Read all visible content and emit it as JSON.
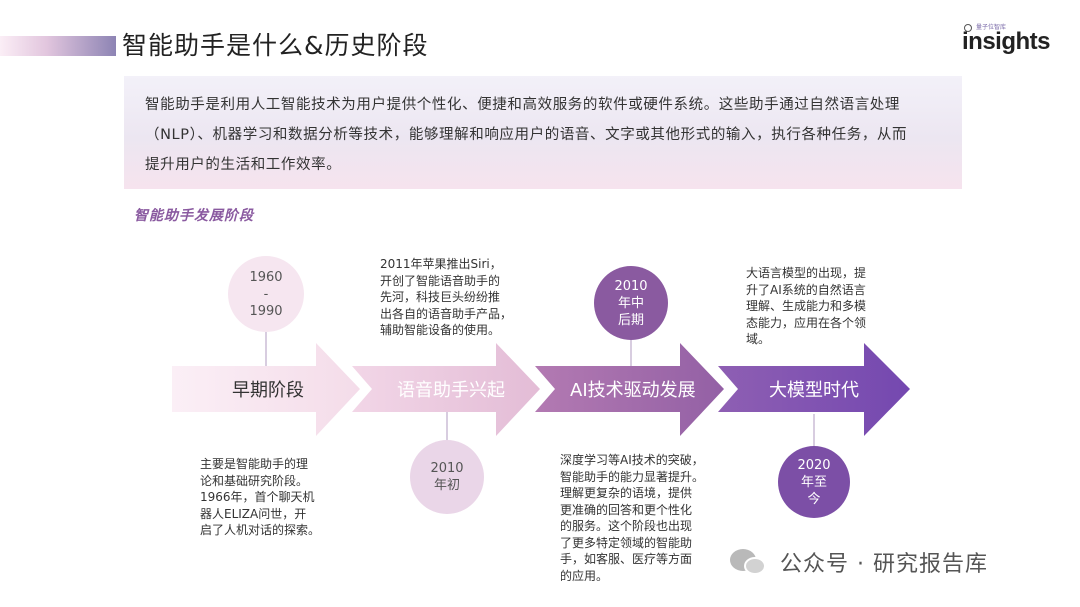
{
  "header": {
    "title": "智能助手是什么&历史阶段",
    "logo_small": "量子位智库",
    "logo_text": "insights"
  },
  "intro": {
    "lines": [
      "智能助手是利用人工智能技术为用户提供个性化、便捷和高效服务的软件或硬件系统。这些助手通过自然语言处理",
      "（NLP）、机器学习和数据分析等技术，能够理解和响应用户的语音、文字或其他形式的输入，执行各种任务，从而",
      "提升用户的生活和工作效率。"
    ]
  },
  "section_title": "智能助手发展阶段",
  "stages": [
    {
      "label": "早期阶段",
      "time": [
        "1960",
        "-",
        "1990"
      ],
      "description": [
        "主要是智能助手的理",
        "论和基础研究阶段。",
        "1966年，首个聊天机",
        "器人ELIZA问世，开",
        "启了人机对话的探索。"
      ],
      "color": "#f7e4ef"
    },
    {
      "label": "语音助手兴起",
      "time": [
        "2010",
        "年初"
      ],
      "description": [
        "2011年苹果推出Siri，",
        "开创了智能语音助手的",
        "先河，科技巨头纷纷推",
        "出各自的语音助手产品，",
        "辅助智能设备的使用。"
      ],
      "color": "#e9c9df"
    },
    {
      "label": "AI技术驱动发展",
      "time": [
        "2010",
        "年中",
        "后期"
      ],
      "description": [
        "深度学习等AI技术的突破，",
        "智能助手的能力显著提升。",
        "理解更复杂的语境，提供",
        "更准确的回答和更个性化",
        "的服务。这个阶段也出现",
        "了更多特定领域的智能助",
        "手，如客服、医疗等方面",
        "的应用。"
      ],
      "color": "#9a64a4"
    },
    {
      "label": "大模型时代",
      "time": [
        "2020",
        "年至",
        "今"
      ],
      "description": [
        "大语言模型的出现，提",
        "升了AI系统的自然语言",
        "理解、生成能力和多模",
        "态能力，应用在各个领",
        "域。"
      ],
      "color": "#8157b5"
    }
  ],
  "watermark": {
    "text": "公众号 · 研究报告库",
    "icon": "wechat-icon"
  }
}
